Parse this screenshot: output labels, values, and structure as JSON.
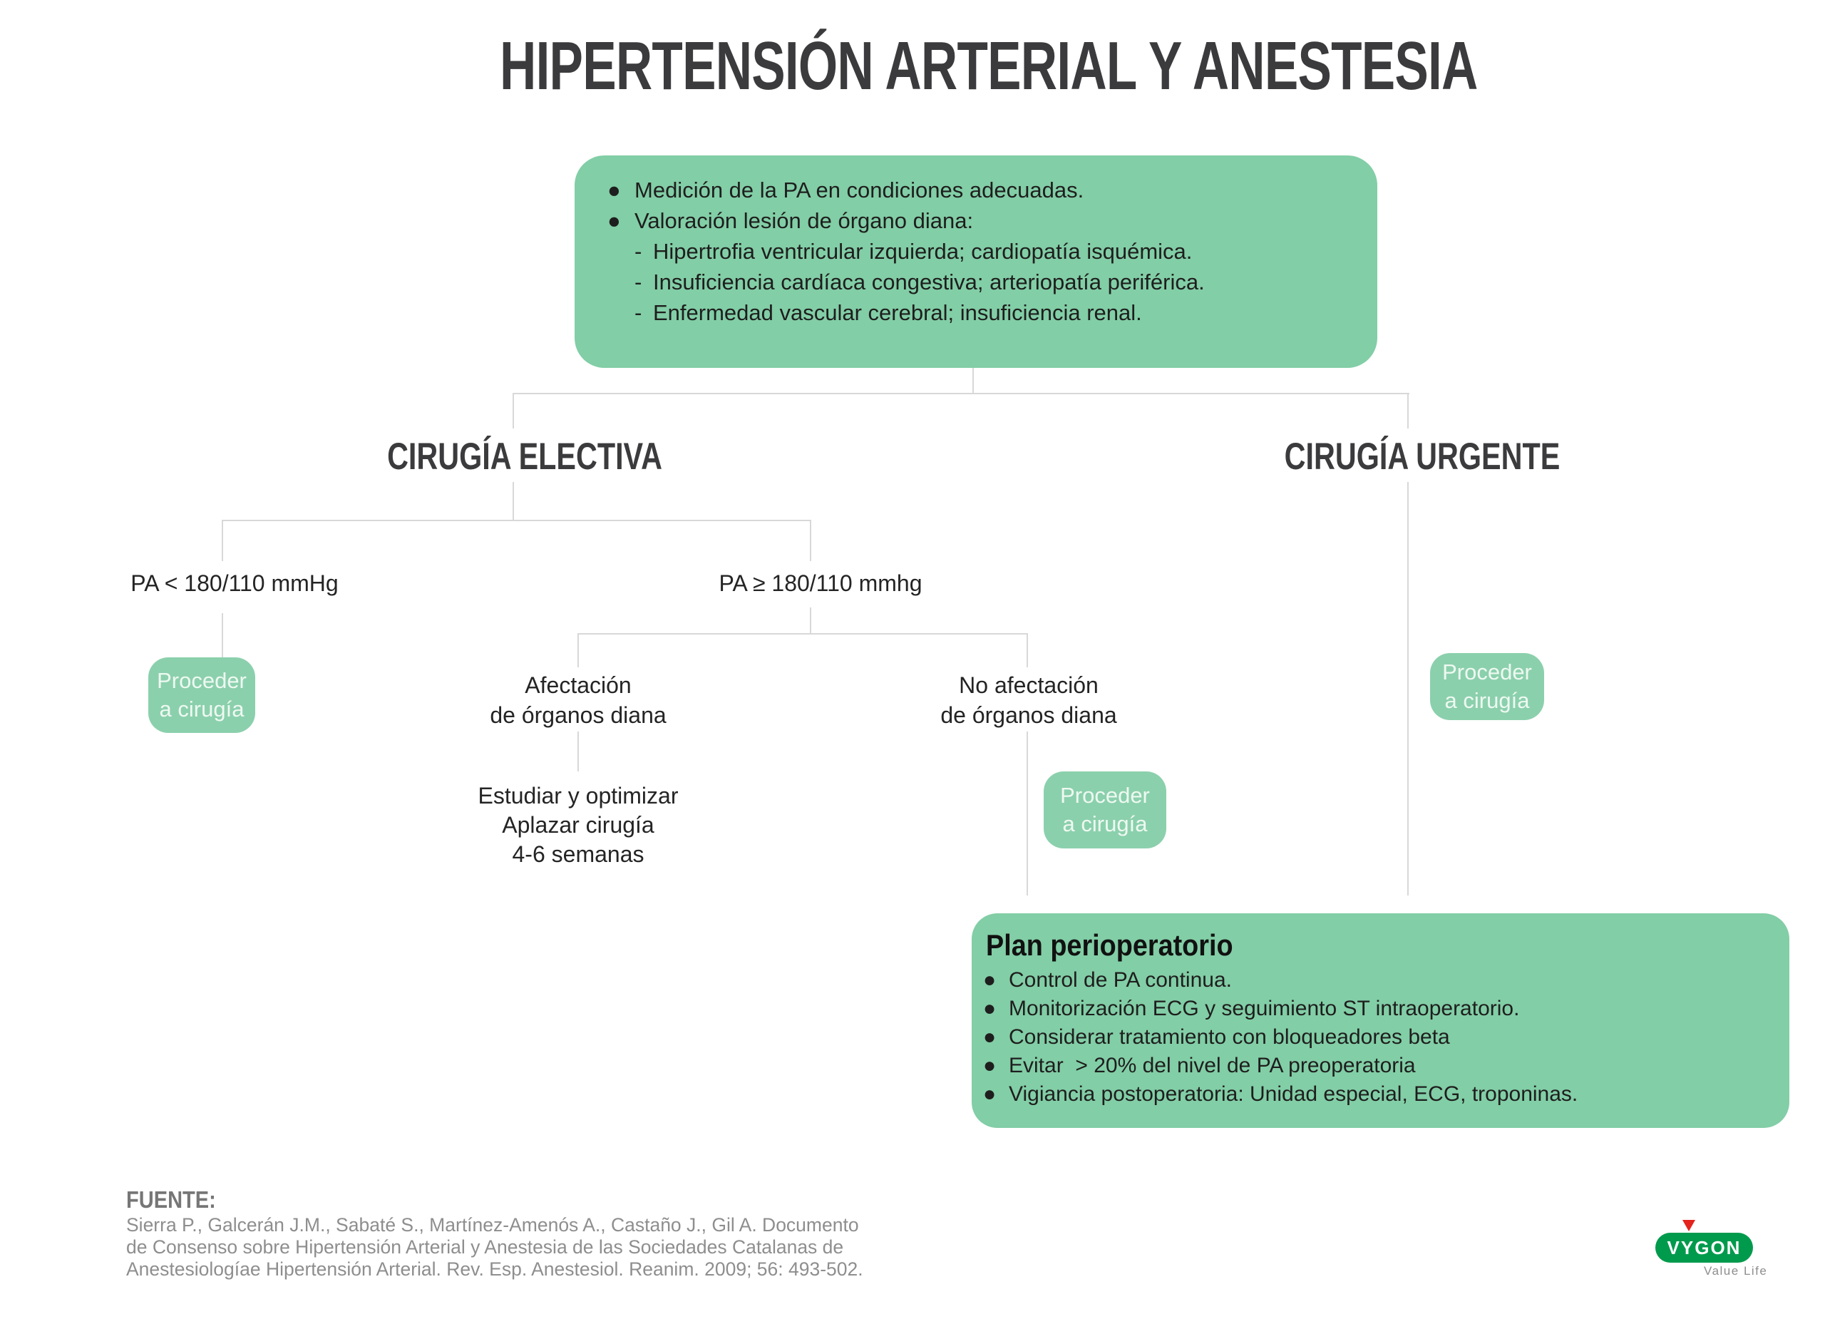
{
  "page": {
    "title": "HIPERTENSIÓN ARTERIAL Y ANESTESIA"
  },
  "colors": {
    "background": "#ffffff",
    "box-green": "#82cea6",
    "button-green": "#8bd0ac",
    "button-text": "#eef9f2",
    "heading": "#3b3b3d",
    "text": "#1e1e1e",
    "line": "#d8d8d8",
    "muted": "#8e8e8e",
    "source-label": "#767676",
    "vygon-green": "#009a4d",
    "vygon-red": "#e3231c"
  },
  "assessment_box": {
    "items": [
      {
        "marker": "●",
        "text": "Medición de la PA en condiciones adecuadas."
      },
      {
        "marker": "●",
        "text": "Valoración lesión de órgano diana:"
      },
      {
        "marker": "-",
        "text": "Hipertrofia ventricular izquierda; cardiopatía isquémica."
      },
      {
        "marker": "-",
        "text": "Insuficiencia cardíaca congestiva; arteriopatía periférica."
      },
      {
        "marker": "-",
        "text": "Enfermedad vascular cerebral; insuficiencia renal."
      }
    ]
  },
  "flow": {
    "elective": {
      "heading": "CIRUGÍA ELECTIVA",
      "low_bp": {
        "label": "PA < 180/110 mmHg",
        "action": "Proceder\na cirugía"
      },
      "high_bp": {
        "label": "PA ≥ 180/110 mmhg",
        "organ_damage": {
          "label": "Afectación\nde órganos diana",
          "recommendation": "Estudiar y optimizar\nAplazar cirugía\n4-6 semanas"
        },
        "no_organ_damage": {
          "label": "No afectación\nde órganos diana",
          "action": "Proceder\na cirugía"
        }
      }
    },
    "urgent": {
      "heading": "CIRUGÍA URGENTE",
      "action": "Proceder\na cirugía"
    }
  },
  "plan_box": {
    "title": "Plan perioperatorio",
    "marker": "●",
    "items": [
      "Control de PA continua.",
      "Monitorización ECG y seguimiento ST intraoperatorio.",
      "Considerar tratamiento con bloqueadores beta",
      "Evitar  > 20% del nivel de PA preoperatoria",
      "Vigiancia postoperatoria: Unidad especial, ECG, troponinas."
    ]
  },
  "footer": {
    "source_label": "FUENTE:",
    "citation": "Sierra P., Galcerán J.M., Sabaté S., Martínez-Amenós A., Castaño J., Gil A. Documento\nde Consenso sobre Hipertensión Arterial y Anestesia de las Sociedades Catalanas de\nAnestesiologíae Hipertensión Arterial. Rev. Esp. Anestesiol. Reanim. 2009; 56: 493-502."
  },
  "logo": {
    "brand": "VYGON",
    "tagline": "Value Life"
  }
}
